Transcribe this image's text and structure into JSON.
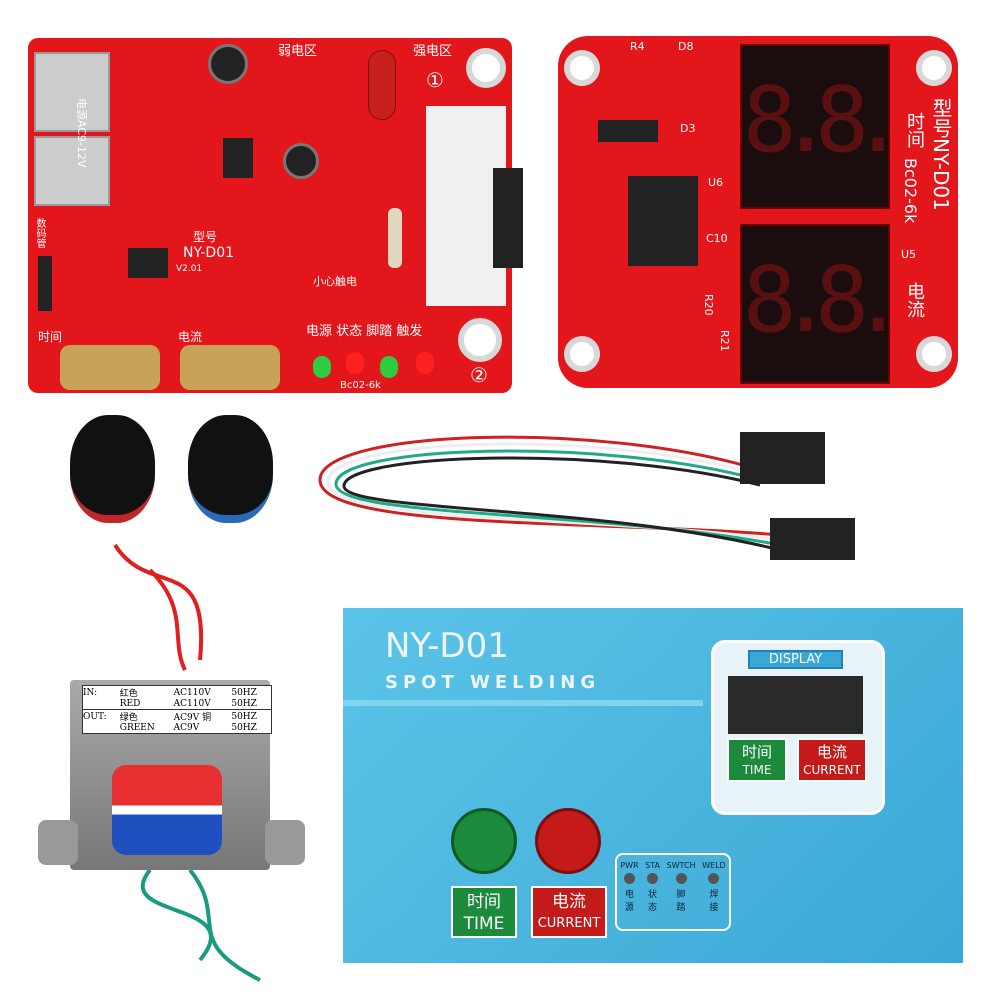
{
  "control_board": {
    "power_label": "电源AC9-12V",
    "weak_zone": "弱电区",
    "strong_zone": "强电区",
    "model_label": "型号",
    "model": "NY-D01",
    "version": "V2.01",
    "time_label": "时间",
    "current_label": "电流",
    "led_labels": "电源 状态 脚踏 触发",
    "board_code": "Bc02-6k",
    "shock_warning": "小心触电",
    "display_port": "数码管",
    "mark_1": "①",
    "mark_2": "②",
    "led_colors": [
      "#2ecc40",
      "#ff2020",
      "#2ecc40",
      "#ff2020"
    ]
  },
  "display_board": {
    "model": "型号NY-D01",
    "time_label": "时间",
    "code": "Bc02-6k",
    "current_label": "电流",
    "refs": [
      "R4",
      "D8",
      "D3",
      "U6",
      "C10",
      "U5",
      "R20",
      "R21"
    ],
    "digits_top": "8.8.",
    "digits_bottom": "8.8."
  },
  "transformer": {
    "label_rows": [
      [
        "IN:",
        "红色",
        "AC110V",
        "50HZ"
      ],
      [
        "",
        "RED",
        "AC110V",
        "50HZ"
      ],
      [
        "OUT:",
        "绿色",
        "AC9V 铜",
        "50HZ"
      ],
      [
        "",
        "GREEN",
        "AC9V",
        "50HZ"
      ]
    ]
  },
  "panel": {
    "title": "NY-D01",
    "subtitle": "SPOT WELDING",
    "display_label": "DISPLAY",
    "time_cn": "时间",
    "time_en": "TIME",
    "current_cn": "电流",
    "current_en": "CURRENT",
    "indicators": [
      {
        "en": "PWR",
        "cn": "电源"
      },
      {
        "en": "STA",
        "cn": "状态"
      },
      {
        "en": "SWTCH",
        "cn": "脚踏"
      },
      {
        "en": "WELD",
        "cn": "焊接"
      }
    ]
  }
}
